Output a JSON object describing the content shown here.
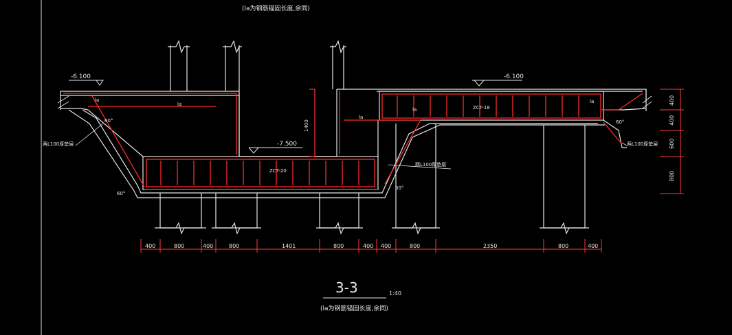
{
  "header_note": "(la为钢筋锚固长度,余同)",
  "section": {
    "title": "3-3",
    "scale": "1:40",
    "note": "(la为钢筋锚固长度,余同)"
  },
  "elevations": {
    "left_top": "-6.100",
    "right_top": "-6.100",
    "pit_top": "-7.500"
  },
  "labels": {
    "la_left": "la",
    "la_left_diag": "la",
    "la_right": "la",
    "la_right_diag": "la",
    "la_right_end": "la",
    "cap_right": "ZCT-18",
    "cap_pit": "ZCT-20",
    "bedding_left": "两L100厚垫层",
    "bedding_pit": "两L100厚垫层",
    "bedding_right": "两L100厚垫层",
    "angle_left": "60°",
    "angle_left_top": "60°",
    "angle_right": "60°",
    "angle_right_top": "60°",
    "height_1400": "1400"
  },
  "bottom_dims": [
    "400",
    "800",
    "400",
    "800",
    "1401",
    "800",
    "400",
    "400",
    "800",
    "2350",
    "800",
    "400"
  ],
  "right_dims": [
    "400",
    "400",
    "600",
    "800"
  ],
  "colors": {
    "rebar": "#ff2a2a",
    "concrete": "#e6e6e6",
    "dimension": "#ff3b3b",
    "background": "#000000"
  }
}
